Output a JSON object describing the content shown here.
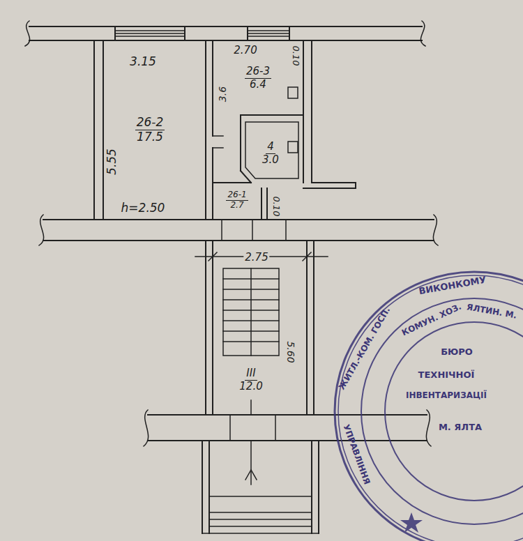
{
  "diagram": {
    "nodes": [
      {
        "text": [
          "26-2",
          "17.5"
        ]
      },
      {
        "text": [
          "26-3",
          "6.4"
        ]
      },
      {
        "text": [
          "4",
          "3.0"
        ]
      },
      {
        "text": [
          "26-1",
          "2.7"
        ]
      },
      {
        "text": [
          "III",
          "12.0"
        ]
      }
    ],
    "labels": [
      "3.15",
      "5.55",
      "h=2.50",
      "2.70",
      "0.10",
      "3.6",
      "0.10",
      "2.75",
      "5.60",
      "ВИКОНКОМУ",
      "ЖИТЛ.-КОМ. ГОСП.",
      "УПРАВЛІННЯ",
      "КОМУН. ХОЗ.",
      "ЯЛТИН. М.",
      "БЮРО",
      "ТЕХНІЧНОЇ",
      "ІНВЕНТАРИЗАЦІЇ",
      "М. ЯЛТА"
    ]
  }
}
